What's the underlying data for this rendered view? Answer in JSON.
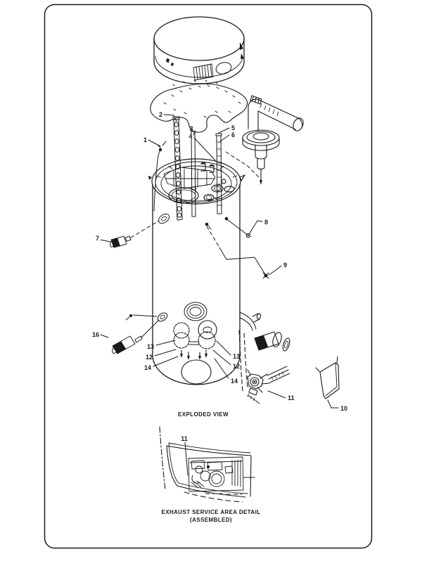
{
  "captions": {
    "exploded": "EXPLODED VIEW",
    "detail_line1": "EXHAUST SERVICE AREA DETAIL",
    "detail_line2": "(ASSEMBLED)"
  },
  "callouts": {
    "1": "1",
    "2": "2",
    "3": "3",
    "4": "4",
    "5": "5",
    "6": "6",
    "7": "7",
    "8": "8",
    "9": "9",
    "10": "10",
    "11": "11",
    "12": "12",
    "13": "13",
    "14": "14",
    "16": "16"
  },
  "colors": {
    "ink": "#1a1a1a",
    "paper": "#ffffff"
  }
}
